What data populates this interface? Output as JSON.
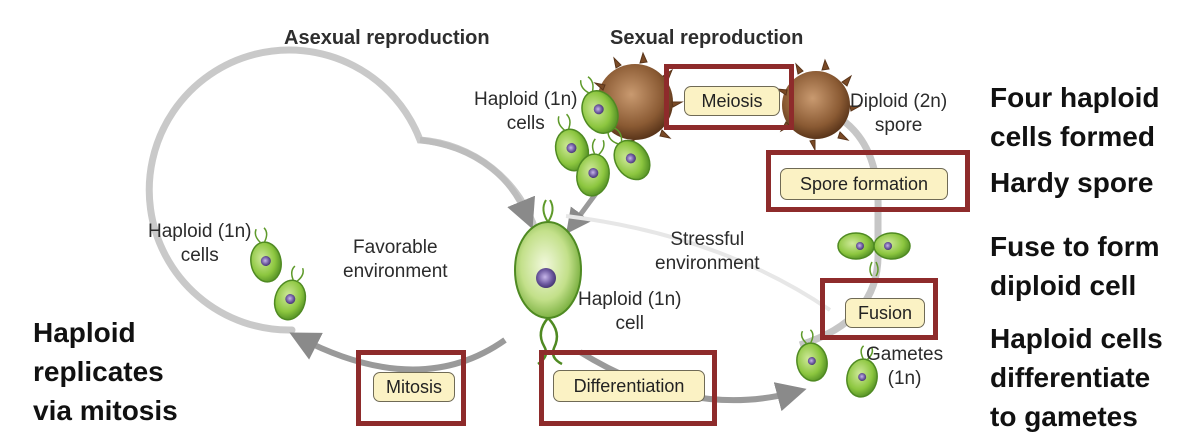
{
  "headings": {
    "asexual": "Asexual reproduction",
    "sexual": "Sexual reproduction"
  },
  "labels": {
    "haploid_cells_top": [
      "Haploid (1n)",
      "cells"
    ],
    "diploid_spore": [
      "Diploid (2n)",
      "spore"
    ],
    "haploid_cells_left": [
      "Haploid (1n)",
      "cells"
    ],
    "favorable": [
      "Favorable",
      "environment"
    ],
    "stressful": [
      "Stressful",
      "environment"
    ],
    "haploid_cell_center": [
      "Haploid (1n)",
      "cell"
    ],
    "gametes": [
      "Gametes",
      "(1n)"
    ]
  },
  "boxes": {
    "meiosis": "Meiosis",
    "spore_formation": "Spore formation",
    "fusion": "Fusion",
    "mitosis": "Mitosis",
    "differentiation": "Differentiation"
  },
  "annotations": {
    "right": [
      "Four haploid",
      "cells formed",
      "Hardy spore",
      "Fuse to form",
      "diploid cell",
      "Haploid cells",
      "differentiate",
      "to gametes"
    ],
    "left": [
      "Haploid",
      "replicates",
      "via mitosis"
    ]
  },
  "colors": {
    "highlight_frame": "#8e2b2b",
    "box_fill": "#fbf2c4",
    "cell_green": "#8cc63f",
    "nucleus": "#6e5aa0",
    "spore_brown": "#8a5a33",
    "arrow_gray": "#8a8a8a"
  }
}
